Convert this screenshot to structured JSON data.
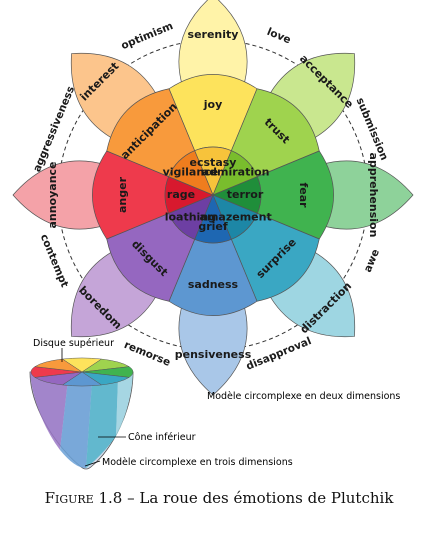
{
  "diagram": {
    "primary": [
      {
        "id": "joy",
        "name_outer": "serenity",
        "name_mid": "joy",
        "name_inner": "ecstasy",
        "colors": [
          "#fff3a8",
          "#fde35c",
          "#f7c33b"
        ]
      },
      {
        "id": "trust",
        "name_outer": "acceptance",
        "name_mid": "trust",
        "name_inner": "admiration",
        "colors": [
          "#c9e78f",
          "#9fd34e",
          "#79bd2d"
        ]
      },
      {
        "id": "fear",
        "name_outer": "apprehension",
        "name_mid": "fear",
        "name_inner": "terror",
        "colors": [
          "#8ed29a",
          "#40b34f",
          "#1f8e3a"
        ]
      },
      {
        "id": "surprise",
        "name_outer": "distraction",
        "name_mid": "surprise",
        "name_inner": "amazement",
        "colors": [
          "#9ed6e2",
          "#3aa7c3",
          "#1d87a6"
        ]
      },
      {
        "id": "sadness",
        "name_outer": "pensiveness",
        "name_mid": "sadness",
        "name_inner": "grief",
        "colors": [
          "#a9c7e8",
          "#5d97d1",
          "#1e67b2"
        ]
      },
      {
        "id": "disgust",
        "name_outer": "boredom",
        "name_mid": "disgust",
        "name_inner": "loathing",
        "colors": [
          "#c5a5d8",
          "#9567c0",
          "#6d3fa3"
        ]
      },
      {
        "id": "anger",
        "name_outer": "annoyance",
        "name_mid": "anger",
        "name_inner": "rage",
        "colors": [
          "#f4a2a8",
          "#ee3a4c",
          "#d8192e"
        ]
      },
      {
        "id": "anticipation",
        "name_outer": "interest",
        "name_mid": "anticipation",
        "name_inner": "vigilance",
        "colors": [
          "#fcc58c",
          "#f89a3c",
          "#ef7d1e"
        ]
      }
    ],
    "dyads": [
      "love",
      "submission",
      "awe",
      "disapproval",
      "remorse",
      "contempt",
      "aggressiveness",
      "optimism"
    ],
    "annotations": {
      "upper_disc": "Disque supérieur",
      "lower_cone": "Cône inférieur",
      "model_2d": "Modèle circomplexe en deux dimensions",
      "model_3d": "Modèle circomplexe en trois dimensions"
    }
  },
  "caption": {
    "figure": "Figure 1.8",
    "separator": " – ",
    "text": "La roue des émotions de Plutchik"
  }
}
